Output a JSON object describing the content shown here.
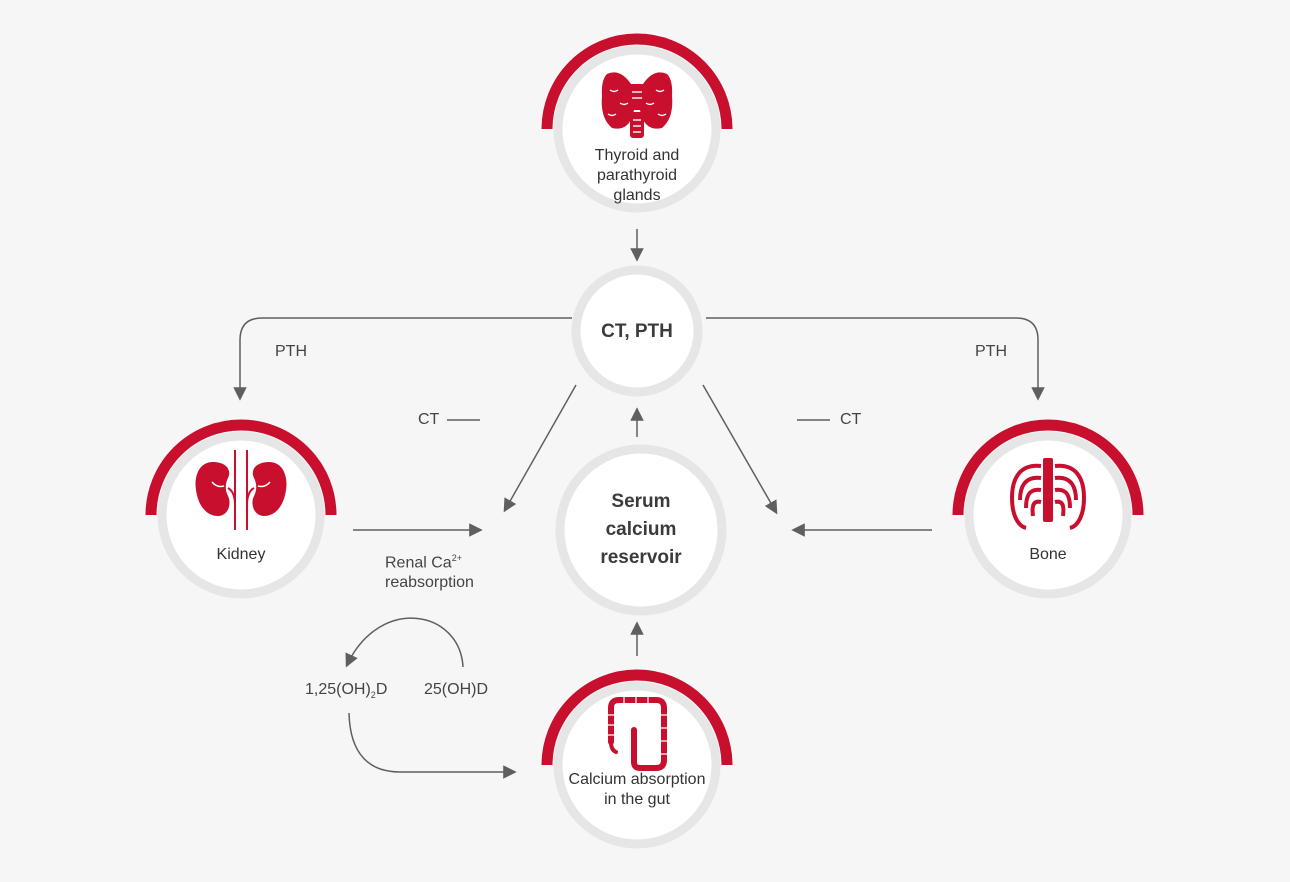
{
  "nodes": {
    "thyroid": {
      "label_lines": [
        "Thyroid and",
        "parathyroid",
        "glands"
      ]
    },
    "hormones": {
      "label": "CT, PTH"
    },
    "kidney": {
      "label": "Kidney"
    },
    "serum": {
      "label_lines": [
        "Serum",
        "calcium",
        "reservoir"
      ]
    },
    "bone": {
      "label": "Bone"
    },
    "gut": {
      "label_lines": [
        "Calcium absorption",
        "in the gut"
      ]
    }
  },
  "edges": {
    "pth_left": "PTH",
    "pth_right": "PTH",
    "ct_left": "CT",
    "ct_right": "CT",
    "renal_reabsorption": {
      "line1_base": "Renal Ca",
      "line1_sup": "2+",
      "line2": "reabsorption"
    },
    "vitd_active": {
      "prefix": "1,25(OH)",
      "sub": "2",
      "suffix": "D"
    },
    "vitd_precursor": "25(OH)D"
  },
  "icons": [
    "thyroid-icon",
    "kidney-icon",
    "ribcage-icon",
    "intestine-icon"
  ],
  "colors": {
    "accent": "#c8102e",
    "ring": "#e6e6e6",
    "arrow": "#5f5f5f",
    "background": "#f6f6f6"
  }
}
